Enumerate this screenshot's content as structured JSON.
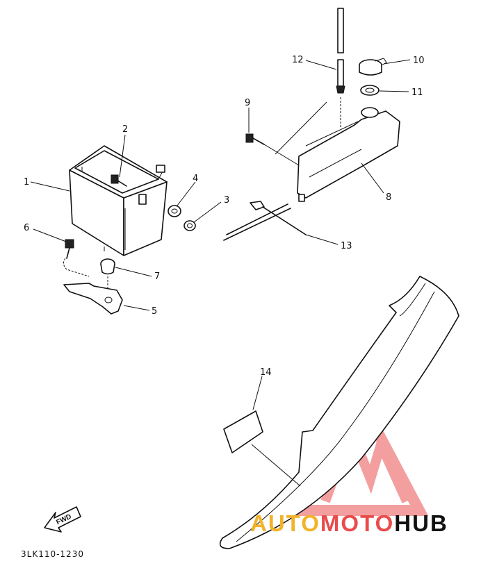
{
  "diagram": {
    "code": "3LK110-1230",
    "fwd_label": "FWD",
    "callouts": [
      {
        "number": "1"
      },
      {
        "number": "2"
      },
      {
        "number": "3"
      },
      {
        "number": "4"
      },
      {
        "number": "5"
      },
      {
        "number": "6"
      },
      {
        "number": "7"
      },
      {
        "number": "8"
      },
      {
        "number": "9"
      },
      {
        "number": "10"
      },
      {
        "number": "11"
      },
      {
        "number": "12"
      },
      {
        "number": "13"
      },
      {
        "number": "14"
      }
    ]
  },
  "watermark": {
    "part1": "AUTO",
    "part2": "MOTO",
    "part3": "HUB",
    "colors": {
      "auto": "#f2b32b",
      "moto": "#e94b4b",
      "hub": "#111111",
      "logo": "#f08080"
    }
  }
}
